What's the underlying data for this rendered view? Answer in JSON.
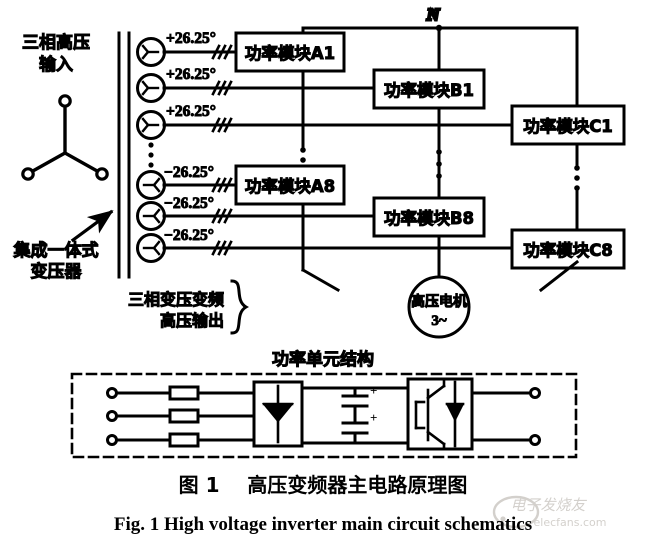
{
  "figure": {
    "caption_cn": "图 1    高压变频器主电路原理图",
    "caption_en": "Fig. 1 High voltage inverter main circuit schematics",
    "caption_cn_number": "图 1",
    "caption_cn_title": "高压变频器主电路原理图"
  },
  "labels": {
    "input": "三相高压\n输入",
    "input_line1": "三相高压",
    "input_line2": "输入",
    "transformer": "集成一体式\n变压器",
    "transformer_line1": "集成一体式",
    "transformer_line2": "变压器",
    "output": "三相变压变频\n高压输出",
    "output_line1": "三相变压变频",
    "output_line2": "高压输出",
    "neutral": "N",
    "power_unit_title": "功率单元结构",
    "motor_name": "高压电机",
    "motor_phase": "3~"
  },
  "windings": [
    {
      "id": "w1",
      "phase": "+26.25°",
      "polarity": "plus",
      "symbol": "wye-left"
    },
    {
      "id": "w2",
      "phase": "+26.25°",
      "polarity": "plus",
      "symbol": "wye-left"
    },
    {
      "id": "w3",
      "phase": "+26.25°",
      "polarity": "plus",
      "symbol": "wye-left"
    },
    {
      "id": "w4",
      "phase": "−26.25°",
      "polarity": "minus",
      "symbol": "wye-right"
    },
    {
      "id": "w5",
      "phase": "−26.25°",
      "polarity": "minus",
      "symbol": "wye-right"
    },
    {
      "id": "w6",
      "phase": "−26.25°",
      "polarity": "minus",
      "symbol": "wye-right"
    }
  ],
  "power_modules": {
    "column_a": [
      {
        "label": "功率模块A1",
        "row": 1
      },
      {
        "label": "功率模块A8",
        "row": 4
      }
    ],
    "column_b": [
      {
        "label": "功率模块B1",
        "row": 2
      },
      {
        "label": "功率模块B8",
        "row": 5
      }
    ],
    "column_c": [
      {
        "label": "功率模块C1",
        "row": 3
      },
      {
        "label": "功率模块C8",
        "row": 6
      }
    ],
    "all_labels": [
      "功率模块A1",
      "功率模块B1",
      "功率模块C1",
      "功率模块A8",
      "功率模块B8",
      "功率模块C8"
    ]
  },
  "power_unit": {
    "title": "功率单元结构",
    "input_terminals": 3,
    "output_terminals": 2,
    "fuses": 3,
    "blocks": [
      {
        "name": "rectifier",
        "symbol": "diode"
      },
      {
        "name": "dc-link",
        "symbol": "capacitor-bank"
      },
      {
        "name": "inverter",
        "symbol": "igbt"
      }
    ],
    "capacitors": [
      {
        "polarity_mark": "+"
      },
      {
        "polarity_mark": "+"
      }
    ]
  },
  "watermark": {
    "text_cn": "电子发烧友",
    "text_en": "elecfans.com"
  },
  "colors": {
    "line": "#000000",
    "background": "#ffffff",
    "watermark": "#b9b4ad"
  }
}
